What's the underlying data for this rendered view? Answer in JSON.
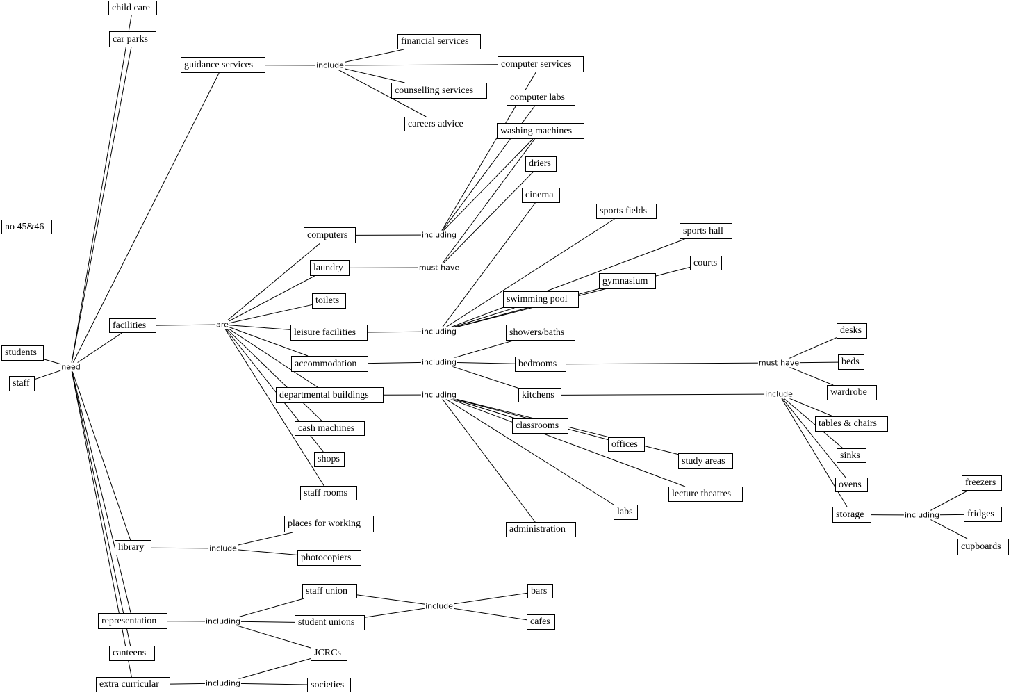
{
  "concepts": [
    {
      "id": "childcare",
      "label": "child care"
    },
    {
      "id": "carparks",
      "label": "car parks"
    },
    {
      "id": "guidance",
      "label": "guidance services"
    },
    {
      "id": "financial",
      "label": "financial services"
    },
    {
      "id": "compserv",
      "label": "computer services"
    },
    {
      "id": "counselling",
      "label": "counselling services"
    },
    {
      "id": "careers",
      "label": "careers advice"
    },
    {
      "id": "complabs",
      "label": "computer labs"
    },
    {
      "id": "washing",
      "label": "washing machines"
    },
    {
      "id": "driers",
      "label": "driers"
    },
    {
      "id": "cinema",
      "label": "cinema"
    },
    {
      "id": "sportsfields",
      "label": "sports fields"
    },
    {
      "id": "sportshall",
      "label": "sports hall"
    },
    {
      "id": "courts",
      "label": "courts"
    },
    {
      "id": "gym",
      "label": "gymnasium"
    },
    {
      "id": "pool",
      "label": "swimming pool"
    },
    {
      "id": "computers",
      "label": "computers"
    },
    {
      "id": "laundry",
      "label": "laundry"
    },
    {
      "id": "toilets",
      "label": "toilets"
    },
    {
      "id": "leisure",
      "label": "leisure facilities"
    },
    {
      "id": "accommodation",
      "label": "accommodation"
    },
    {
      "id": "departmental",
      "label": "departmental buildings"
    },
    {
      "id": "cash",
      "label": "cash machines"
    },
    {
      "id": "shops",
      "label": "shops"
    },
    {
      "id": "staffrooms",
      "label": "staff rooms"
    },
    {
      "id": "facilities",
      "label": "facilities"
    },
    {
      "id": "students",
      "label": "students"
    },
    {
      "id": "staff",
      "label": "staff"
    },
    {
      "id": "no4546",
      "label": "no 45&46"
    },
    {
      "id": "showers",
      "label": "showers/baths"
    },
    {
      "id": "bedrooms",
      "label": "bedrooms"
    },
    {
      "id": "kitchens",
      "label": "kitchens"
    },
    {
      "id": "classrooms",
      "label": "classrooms"
    },
    {
      "id": "offices",
      "label": "offices"
    },
    {
      "id": "study",
      "label": "study areas"
    },
    {
      "id": "lecture",
      "label": "lecture theatres"
    },
    {
      "id": "labs",
      "label": "labs"
    },
    {
      "id": "admin",
      "label": "administration"
    },
    {
      "id": "desks",
      "label": "desks"
    },
    {
      "id": "beds",
      "label": "beds"
    },
    {
      "id": "wardrobe",
      "label": "wardrobe"
    },
    {
      "id": "tables",
      "label": "tables & chairs"
    },
    {
      "id": "sinks",
      "label": "sinks"
    },
    {
      "id": "ovens",
      "label": "ovens"
    },
    {
      "id": "storage",
      "label": "storage"
    },
    {
      "id": "freezers",
      "label": "freezers"
    },
    {
      "id": "fridges",
      "label": "fridges"
    },
    {
      "id": "cupboards",
      "label": "cupboards"
    },
    {
      "id": "library",
      "label": "library"
    },
    {
      "id": "places",
      "label": "places for working"
    },
    {
      "id": "photocopiers",
      "label": "photocopiers"
    },
    {
      "id": "representation",
      "label": "representation"
    },
    {
      "id": "canteens",
      "label": "canteens"
    },
    {
      "id": "extra",
      "label": "extra curricular"
    },
    {
      "id": "staffunion",
      "label": "staff union"
    },
    {
      "id": "studentunions",
      "label": "student unions"
    },
    {
      "id": "jcrcs",
      "label": "JCRCs"
    },
    {
      "id": "societies",
      "label": "societies"
    },
    {
      "id": "bars",
      "label": "bars"
    },
    {
      "id": "cafes",
      "label": "cafes"
    }
  ],
  "linkers": [
    {
      "id": "L_need",
      "label": "need",
      "from": [
        "students",
        "staff"
      ],
      "to": [
        "childcare",
        "carparks",
        "guidance",
        "facilities",
        "library",
        "representation",
        "canteens",
        "extra"
      ]
    },
    {
      "id": "L_guid",
      "label": "include",
      "from": [
        "guidance"
      ],
      "to": [
        "financial",
        "compserv",
        "counselling",
        "careers"
      ]
    },
    {
      "id": "L_are",
      "label": "are",
      "from": [
        "facilities"
      ],
      "to": [
        "computers",
        "laundry",
        "toilets",
        "leisure",
        "accommodation",
        "departmental",
        "cash",
        "shops",
        "staffrooms"
      ]
    },
    {
      "id": "L_comp",
      "label": "including",
      "from": [
        "computers"
      ],
      "to": [
        "compserv",
        "complabs",
        "washing"
      ]
    },
    {
      "id": "L_laun",
      "label": "must have",
      "from": [
        "laundry"
      ],
      "to": [
        "washing",
        "driers"
      ]
    },
    {
      "id": "L_leis",
      "label": "including",
      "from": [
        "leisure"
      ],
      "to": [
        "cinema",
        "sportsfields",
        "sportshall",
        "courts",
        "gym",
        "pool"
      ]
    },
    {
      "id": "L_acc",
      "label": "including",
      "from": [
        "accommodation"
      ],
      "to": [
        "showers",
        "bedrooms",
        "kitchens"
      ]
    },
    {
      "id": "L_dep",
      "label": "including",
      "from": [
        "departmental"
      ],
      "to": [
        "classrooms",
        "offices",
        "study",
        "lecture",
        "labs",
        "admin"
      ]
    },
    {
      "id": "L_bed",
      "label": "must have",
      "from": [
        "bedrooms"
      ],
      "to": [
        "desks",
        "beds",
        "wardrobe"
      ]
    },
    {
      "id": "L_kit",
      "label": "include",
      "from": [
        "kitchens"
      ],
      "to": [
        "tables",
        "sinks",
        "ovens",
        "storage"
      ]
    },
    {
      "id": "L_sto",
      "label": "including",
      "from": [
        "storage"
      ],
      "to": [
        "freezers",
        "fridges",
        "cupboards"
      ]
    },
    {
      "id": "L_lib",
      "label": "include",
      "from": [
        "library"
      ],
      "to": [
        "places",
        "photocopiers"
      ]
    },
    {
      "id": "L_rep",
      "label": "including",
      "from": [
        "representation"
      ],
      "to": [
        "staffunion",
        "studentunions",
        "jcrcs"
      ]
    },
    {
      "id": "L_uni",
      "label": "include",
      "from": [
        "staffunion",
        "studentunions"
      ],
      "to": [
        "bars",
        "cafes"
      ]
    },
    {
      "id": "L_ext",
      "label": "including",
      "from": [
        "extra"
      ],
      "to": [
        "jcrcs",
        "societies"
      ]
    }
  ]
}
